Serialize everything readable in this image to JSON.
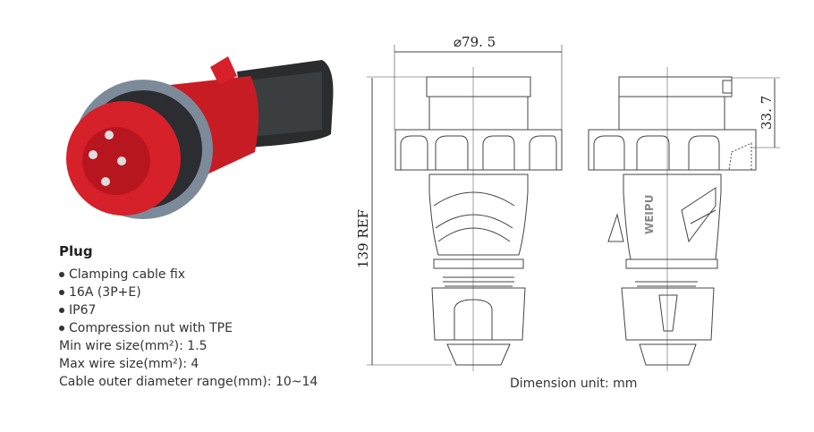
{
  "product": {
    "title": "Plug",
    "features": [
      "Clamping cable fix",
      "16A (3P+E)",
      "IP67",
      "Compression nut with TPE"
    ],
    "specs": [
      {
        "label": "Min wire size(mm²): ",
        "value": "1.5"
      },
      {
        "label": "Max wire size(mm²): ",
        "value": "4"
      },
      {
        "label": "Cable outer diameter range(mm): ",
        "value": "10~14"
      }
    ],
    "colors": {
      "body": "#d6202a",
      "ring": "#7d8a99",
      "nut": "#2a2c2e"
    }
  },
  "drawing": {
    "diameter_label": "⌀79. 5",
    "height_label": "139  REF",
    "cap_height_label": "33. 7",
    "brand_mark": "WEIPU",
    "caption": "Dimension unit: mm"
  }
}
